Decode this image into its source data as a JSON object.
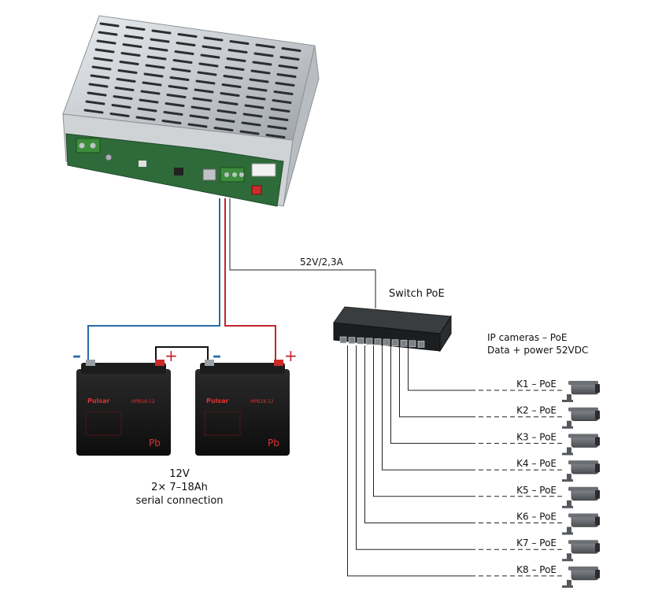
{
  "power_link": {
    "label": "52V/2,3A"
  },
  "switch": {
    "label": "Switch PoE"
  },
  "cameras_header": {
    "line1": "IP cameras – PoE",
    "line2": "Data + power 52VDC"
  },
  "battery_caption": {
    "line1": "12V",
    "line2": "2× 7–18Ah",
    "line3": "serial connection"
  },
  "battery": {
    "brand": "Pulsar",
    "model": "HPB18-12",
    "marking": "Pb"
  },
  "polarity": {
    "minus": "–",
    "plus": "+"
  },
  "cameras": [
    {
      "label": "K1 – PoE"
    },
    {
      "label": "K2 – PoE"
    },
    {
      "label": "K3 – PoE"
    },
    {
      "label": "K4 – PoE"
    },
    {
      "label": "K5 – PoE"
    },
    {
      "label": "K6 – PoE"
    },
    {
      "label": "K7 – PoE"
    },
    {
      "label": "K8 – PoE"
    }
  ],
  "colors": {
    "negative_wire": "#2d6aa6",
    "positive_wire": "#c0262d",
    "signal_wire": "#222222",
    "pcb_green": "#2f6b3a"
  }
}
